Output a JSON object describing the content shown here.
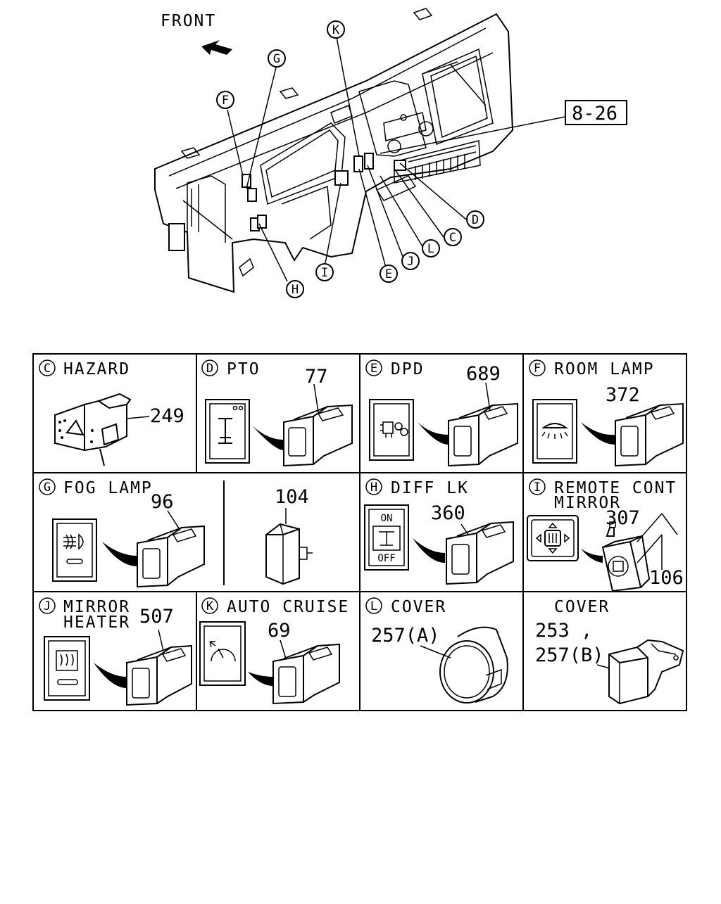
{
  "overview": {
    "front_label": "FRONT",
    "ref_label": "8-26",
    "callouts": {
      "K": "K",
      "G": "G",
      "F": "F",
      "D": "D",
      "C": "C",
      "L": "L",
      "J": "J",
      "E": "E",
      "I": "I",
      "H": "H"
    }
  },
  "panels": {
    "C": {
      "letter": "C",
      "title": "HAZARD",
      "parts": [
        "249"
      ]
    },
    "D": {
      "letter": "D",
      "title": "PTO",
      "parts": [
        "77"
      ]
    },
    "E": {
      "letter": "E",
      "title": "DPD",
      "parts": [
        "689"
      ]
    },
    "F": {
      "letter": "F",
      "title": "ROOM LAMP",
      "parts": [
        "372"
      ]
    },
    "G": {
      "letter": "G",
      "title": "FOG LAMP",
      "parts": [
        "96",
        "104"
      ]
    },
    "H": {
      "letter": "H",
      "title": "DIFF LK",
      "parts": [
        "360"
      ],
      "on": "ON",
      "off": "OFF"
    },
    "I": {
      "letter": "I",
      "title_line1": "REMOTE CONT",
      "title_line2": "MIRROR",
      "parts": [
        "307",
        "106"
      ]
    },
    "J": {
      "letter": "J",
      "title_line1": "MIRROR",
      "title_line2": "HEATER",
      "parts": [
        "507"
      ]
    },
    "K": {
      "letter": "K",
      "title": "AUTO CRUISE",
      "parts": [
        "69"
      ]
    },
    "L": {
      "letter": "L",
      "title": "COVER",
      "parts": [
        "257(A)"
      ]
    },
    "M": {
      "title": "COVER",
      "parts": [
        "253 ,",
        "257(B)"
      ]
    }
  }
}
